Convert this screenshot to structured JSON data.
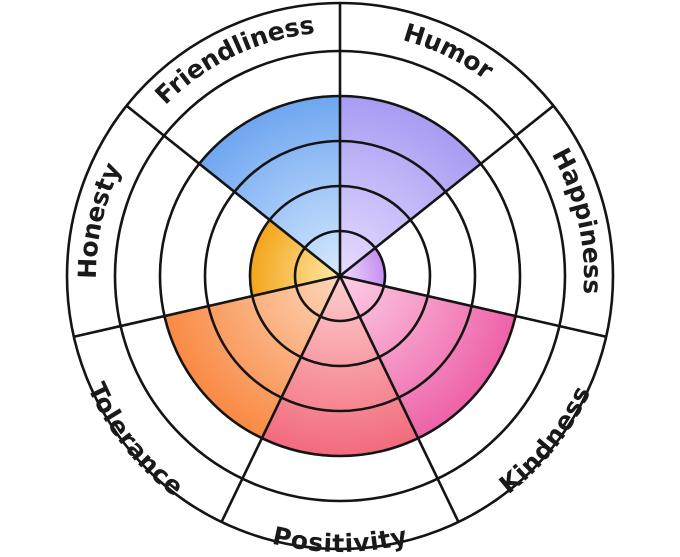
{
  "chart_data": {
    "type": "polar-area",
    "title": "",
    "max": 5,
    "rings": 5,
    "categories": [
      {
        "name": "Humor",
        "value": 4,
        "color_inner": "#e7dcff",
        "color_outer": "#a79cf2"
      },
      {
        "name": "Happiness",
        "value": 1,
        "color_inner": "#f2dbff",
        "color_outer": "#c58ff0"
      },
      {
        "name": "Kindness",
        "value": 4,
        "color_inner": "#fdd0e6",
        "color_outer": "#ee62a8"
      },
      {
        "name": "Positivity",
        "value": 4,
        "color_inner": "#fecfce",
        "color_outer": "#f26b7c"
      },
      {
        "name": "Tolerance",
        "value": 4,
        "color_inner": "#fdd6ba",
        "color_outer": "#f98a44"
      },
      {
        "name": "Honesty",
        "value": 2,
        "color_inner": "#ffe9a8",
        "color_outer": "#f3a51a"
      },
      {
        "name": "Friendliness",
        "value": 4,
        "color_inner": "#d6e9ff",
        "color_outer": "#6fa6f0"
      }
    ]
  }
}
